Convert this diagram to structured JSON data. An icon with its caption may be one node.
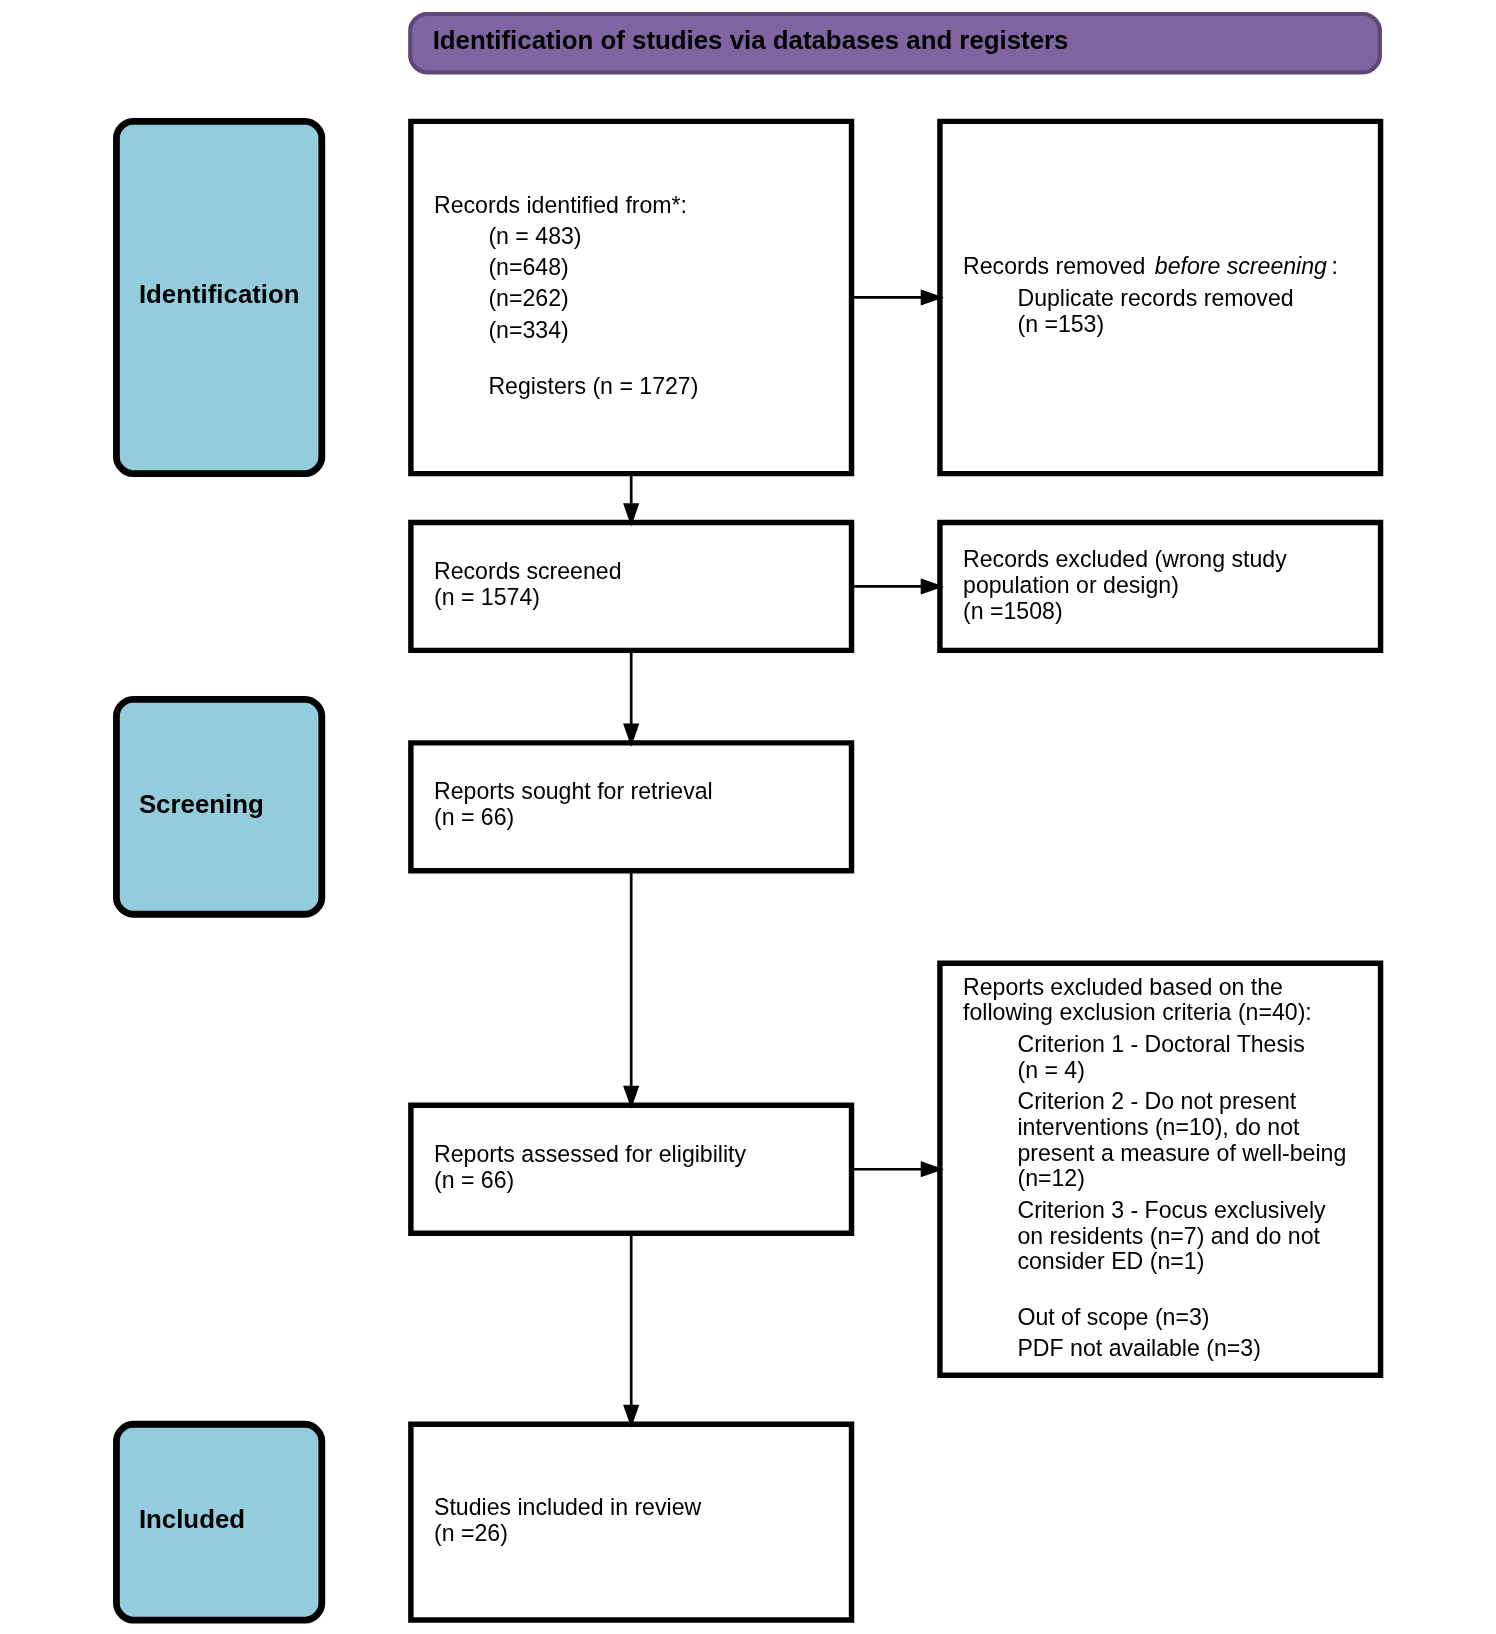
{
  "diagram": {
    "nodes": [
      {
        "text": [
          "Identification of studies via databases and registers"
        ]
      },
      {
        "text": [
          "Identification"
        ]
      },
      {
        "text": [
          "Records identified from*:",
          "(n = 483)",
          "(n=648)",
          "(n=262)",
          "(n=334)",
          "Registers (n = 1727)"
        ]
      },
      {
        "text": [
          "Records removed *before screening*:",
          "Duplicate records removed (n =153)"
        ]
      },
      {
        "text": [
          "Screening"
        ]
      },
      {
        "text": [
          "Records screened (n = 1574)"
        ]
      },
      {
        "text": [
          "Records excluded (wrong study population or design) (n =1508)"
        ]
      },
      {
        "text": [
          "Reports sought for retrieval (n = 66)"
        ]
      },
      {
        "text": [
          "Reports assessed for eligibility (n = 66)"
        ]
      },
      {
        "text": [
          "Reports excluded based on the following exclusion criteria (n=40):",
          "Criterion 1 - Doctoral Thesis (n = 4)",
          "Criterion 2 - Do not present interventions (n=10), do not present a measure of well-being (n=12)",
          "Criterion 3 - Focus exclusively on residents (n=7) and do not consider ED (n=1)",
          "Out of scope (n=3)",
          "PDF not available (n=3)"
        ]
      },
      {
        "text": [
          "Included"
        ]
      },
      {
        "text": [
          "Studies included in review (n =26)"
        ]
      }
    ],
    "edges": [
      {
        "from": 2,
        "to": 3,
        "arrow": "to"
      },
      {
        "from": 2,
        "to": 5,
        "arrow": "to"
      },
      {
        "from": 5,
        "to": 6,
        "arrow": "to"
      },
      {
        "from": 5,
        "to": 7,
        "arrow": "to"
      },
      {
        "from": 7,
        "to": 8,
        "arrow": "to"
      },
      {
        "from": 8,
        "to": 9,
        "arrow": "to"
      },
      {
        "from": 8,
        "to": 11,
        "arrow": "to"
      }
    ]
  }
}
